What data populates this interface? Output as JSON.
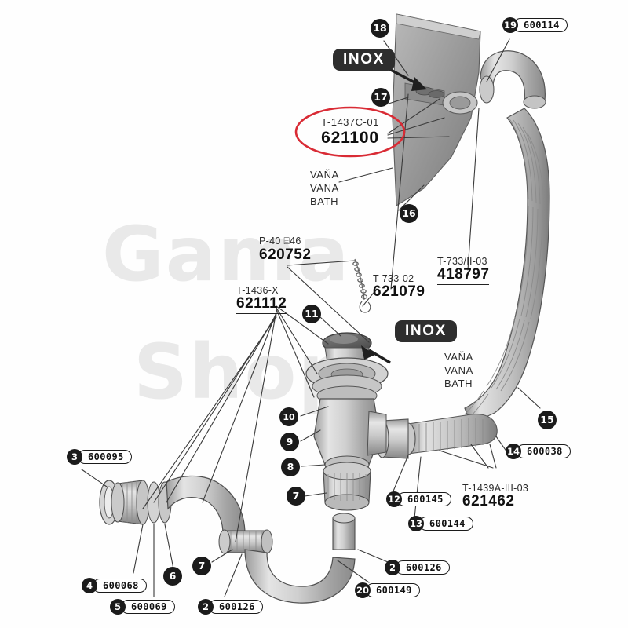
{
  "diagram": {
    "title": "Bath waste and overflow assembly exploded parts diagram",
    "watermark": {
      "line1": "Gama",
      "line2": "Shop"
    },
    "colors": {
      "accent_red": "#d92b35",
      "badge_dark": "#2e2e2e",
      "line": "#3a3a3a",
      "metal_light": "#dcdcdc",
      "metal_mid": "#b4b4b4",
      "metal_dark": "#8d8d8d",
      "watermark": "#e9e9e9"
    },
    "highlight": {
      "ref": "T-1437C-01",
      "code": "621100"
    },
    "inox_badges": [
      {
        "label": "INOX"
      },
      {
        "label": "INOX"
      }
    ],
    "trilingual_labels": [
      {
        "l1": "VAŇA",
        "l2": "VANA",
        "l3": "BATH"
      },
      {
        "l1": "VAŇA",
        "l2": "VANA",
        "l3": "BATH"
      }
    ],
    "ref_labels": [
      {
        "ref": "P-40 ⌸46",
        "code": "620752"
      },
      {
        "ref": "T-1436-X",
        "code": "621112"
      },
      {
        "ref": "T-733-02",
        "code": "621079"
      },
      {
        "ref": "T-733/II-03",
        "code": "418797"
      },
      {
        "ref": "T-1439A-III-03",
        "code": "621462"
      }
    ],
    "part_codes": [
      {
        "num": "2",
        "code": "600126"
      },
      {
        "num": "2",
        "code": "600126"
      },
      {
        "num": "3",
        "code": "600095"
      },
      {
        "num": "4",
        "code": "600068"
      },
      {
        "num": "5",
        "code": "600069"
      },
      {
        "num": "12",
        "code": "600145"
      },
      {
        "num": "13",
        "code": "600144"
      },
      {
        "num": "14",
        "code": "600038"
      },
      {
        "num": "19",
        "code": "600114"
      },
      {
        "num": "20",
        "code": "600149"
      }
    ],
    "callouts": [
      {
        "num": "6"
      },
      {
        "num": "7"
      },
      {
        "num": "7"
      },
      {
        "num": "8"
      },
      {
        "num": "9"
      },
      {
        "num": "10"
      },
      {
        "num": "11"
      },
      {
        "num": "15"
      },
      {
        "num": "16"
      },
      {
        "num": "17"
      },
      {
        "num": "18"
      }
    ]
  }
}
